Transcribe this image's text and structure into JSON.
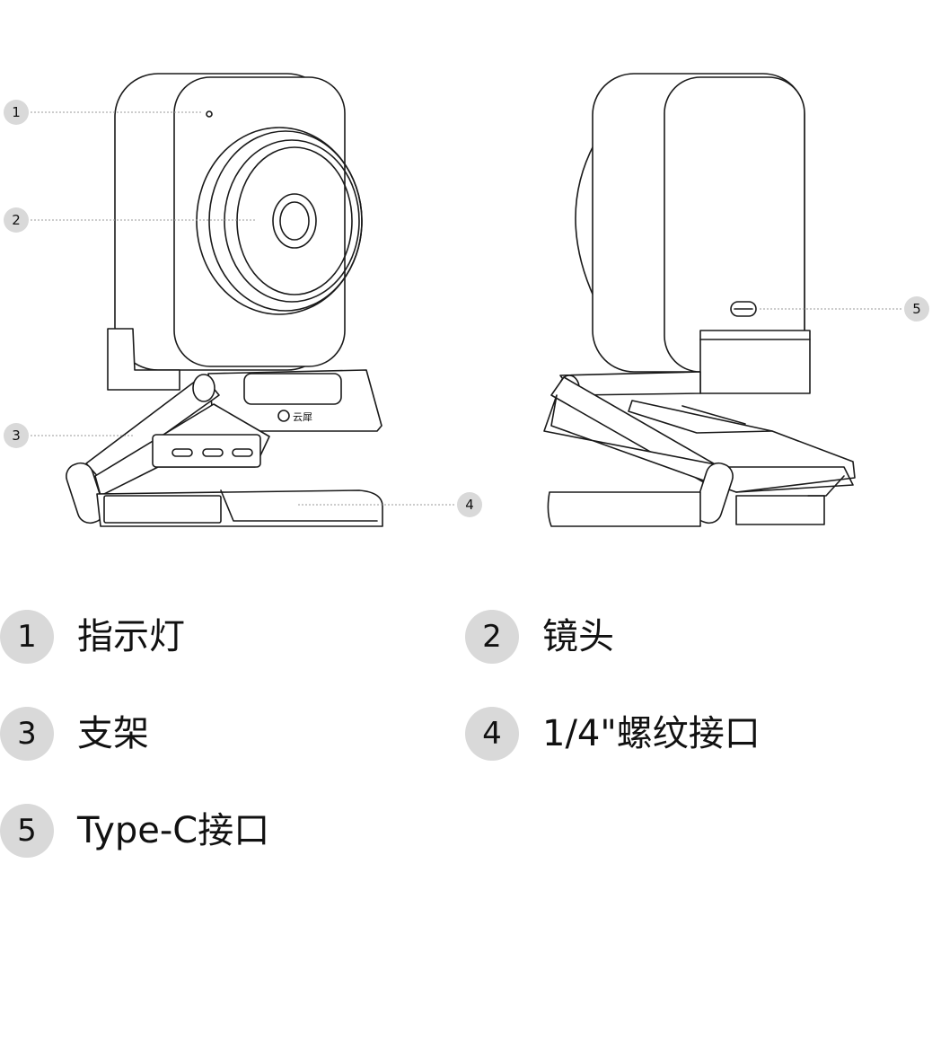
{
  "diagram": {
    "callouts": [
      "1",
      "2",
      "3",
      "4",
      "5"
    ],
    "logo_text": "云犀"
  },
  "legend": [
    {
      "number": "1",
      "label": "指示灯"
    },
    {
      "number": "2",
      "label": "镜头"
    },
    {
      "number": "3",
      "label": "支架"
    },
    {
      "number": "4",
      "label": "1/4\"螺纹接口"
    },
    {
      "number": "5",
      "label": "Type-C接口"
    }
  ],
  "colors": {
    "line": "#1a1a1a",
    "badge_fill": "#d9d9d9",
    "leader": "#9a9a9a"
  }
}
